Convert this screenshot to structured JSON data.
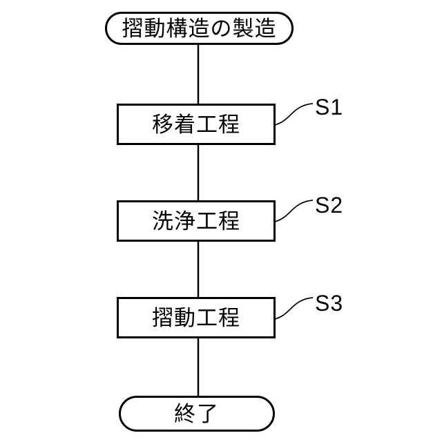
{
  "diagram": {
    "type": "flowchart",
    "language": "ja",
    "start_label": "摺動構造の製造",
    "steps": [
      {
        "label": "移着工程",
        "id": "S1"
      },
      {
        "label": "洗浄工程",
        "id": "S2"
      },
      {
        "label": "摺動工程",
        "id": "S3"
      }
    ],
    "end_label": "終了",
    "colors": {
      "stroke": "#000000",
      "background": "#ffffff",
      "node_fill": "#ffffff"
    }
  }
}
